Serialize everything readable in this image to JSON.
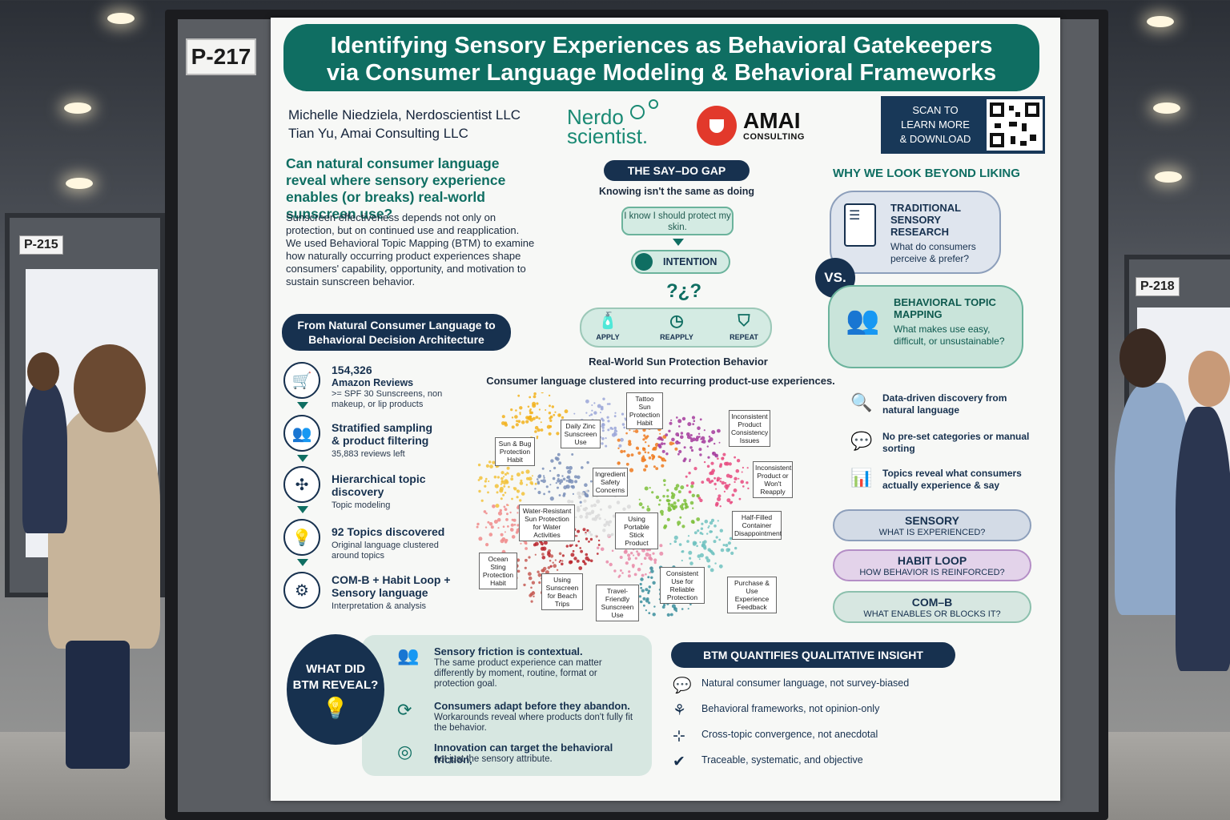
{
  "side_boards": {
    "left_label": "P-215",
    "right_label": "P-218"
  },
  "poster": {
    "number": "P-217",
    "title_line1": "Identifying Sensory Experiences as Behavioral Gatekeepers",
    "title_line2": "via Consumer Language Modeling & Behavioral Frameworks",
    "authors": [
      "Michelle Niedziela, Nerdoscientist LLC",
      "Tian Yu, Amai Consulting LLC"
    ],
    "logos": {
      "nerdo_line1": "Nerdo",
      "nerdo_line2": "scientist.",
      "amai_name": "AMAI",
      "amai_sub": "CONSULTING"
    },
    "qr_text": [
      "SCAN TO",
      "LEARN MORE",
      "& DOWNLOAD"
    ],
    "question": "Can natural consumer language reveal where sensory experience enables (or breaks) real-world sunscreen use?",
    "intro": "Sunscreen effectiveness depends not only on protection, but on continued use and reapplication. We used Behavioral Topic Mapping (BTM) to examine how naturally occurring product experiences shape consumers' capability, opportunity, and motivation to sustain sunscreen behavior.",
    "pipeline_title_line1": "From Natural Consumer Language to",
    "pipeline_title_line2": "Behavioral Decision Architecture",
    "steps": [
      {
        "h": "154,326",
        "h2": "Amazon Reviews",
        "s": ">= SPF 30 Sunscreens, non makeup, or lip products",
        "icon": "cart-icon"
      },
      {
        "h": "Stratified sampling",
        "h2": "& product filtering",
        "s": "35,883 reviews left",
        "icon": "people-icon"
      },
      {
        "h": "Hierarchical topic",
        "h2": "discovery",
        "s": "Topic modeling",
        "icon": "network-icon"
      },
      {
        "h": "92 Topics discovered",
        "h2": "",
        "s": "Original language clustered around topics",
        "icon": "lightbulb-icon"
      },
      {
        "h": "COM-B + Habit Loop +",
        "h2": "Sensory language",
        "s": "Interpretation & analysis",
        "icon": "brain-gear-icon"
      }
    ],
    "saydo": {
      "title": "THE SAY–DO GAP",
      "subtitle": "Knowing isn't the same as doing",
      "bubble": "I know I should protect my skin.",
      "intention": "INTENTION",
      "behaviors": [
        "APPLY",
        "REAPPLY",
        "REPEAT"
      ],
      "caption": "Real-World Sun Protection Behavior"
    },
    "cluster_caption": "Consumer language clustered into recurring product-use experiences.",
    "cluster_labels": [
      "Tattoo Sun Protection Habit",
      "Daily Zinc Sunscreen Use",
      "Sun & Bug Protection Habit",
      "Inconsistent Product Consistency Issues",
      "Inconsistent Product or Won't Reapply",
      "Ingredient Safety Concerns",
      "Water-Resistant Sun Protection for Water Activities",
      "Using Portable Stick Product",
      "Half-Filled Container Disappointment",
      "Ocean Sting Protection Habit",
      "Using Sunscreen for Beach Trips",
      "Travel-Friendly Sunscreen Use",
      "Consistent Use for Reliable Protection",
      "Purchase & Use Experience Feedback"
    ],
    "why_title": "WHY WE LOOK BEYOND LIKING",
    "traditional": {
      "h": "TRADITIONAL SENSORY RESEARCH",
      "s": "What do consumers perceive & prefer?"
    },
    "vs": "VS.",
    "btm_card": {
      "h": "BEHAVIORAL TOPIC MAPPING",
      "s": "What makes use easy, difficult, or unsustainable?"
    },
    "features": [
      {
        "t": "Data-driven discovery from natural language",
        "icon": "magnifier-icon"
      },
      {
        "t": "No pre-set categories or manual sorting",
        "icon": "chat-icon"
      },
      {
        "t": "Topics reveal what consumers actually experience & say",
        "icon": "bar-chart-icon"
      }
    ],
    "lenses": [
      {
        "h": "SENSORY",
        "s": "WHAT IS EXPERIENCED?",
        "color": "#d3dbe6"
      },
      {
        "h": "HABIT LOOP",
        "s": "HOW BEHAVIOR IS REINFORCED?",
        "color": "#e3d3ea"
      },
      {
        "h": "COM–B",
        "s": "WHAT ENABLES OR BLOCKS IT?",
        "color": "#d7e7e1"
      }
    ],
    "reveal_title_line1": "WHAT DID",
    "reveal_title_line2": "BTM REVEAL?",
    "reveals": [
      {
        "h": "Sensory friction is contextual.",
        "s": "The same product experience can matter differently by moment, routine, format or protection goal.",
        "icon": "people-icon"
      },
      {
        "h": "Consumers adapt before they abandon.",
        "s": "Workarounds reveal where products don't fully fit the behavior.",
        "icon": "cycle-icon"
      },
      {
        "h": "Innovation can target the behavioral friction,",
        "s": "not just the sensory attribute.",
        "icon": "target-icon"
      }
    ],
    "btm_quant_title": "BTM QUANTIFIES QUALITATIVE INSIGHT",
    "btm_quant": [
      {
        "t": "Natural consumer language, not survey-biased",
        "icon": "speech-icon"
      },
      {
        "t": "Behavioral frameworks, not opinion-only",
        "icon": "framework-icon"
      },
      {
        "t": "Cross-topic convergence, not anecdotal",
        "icon": "convergence-icon"
      },
      {
        "t": "Traceable, systematic, and objective",
        "icon": "shield-check-icon"
      }
    ]
  }
}
